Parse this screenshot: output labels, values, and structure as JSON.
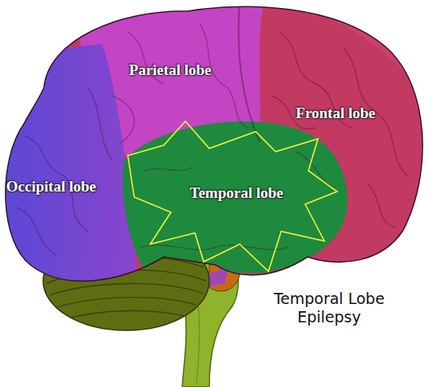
{
  "diagram": {
    "caption": "Temporal Lobe Epilepsy",
    "labels": [
      "Parietal lobe",
      "Frontal lobe",
      "Occipital lobe",
      "Temporal lobe"
    ]
  }
}
